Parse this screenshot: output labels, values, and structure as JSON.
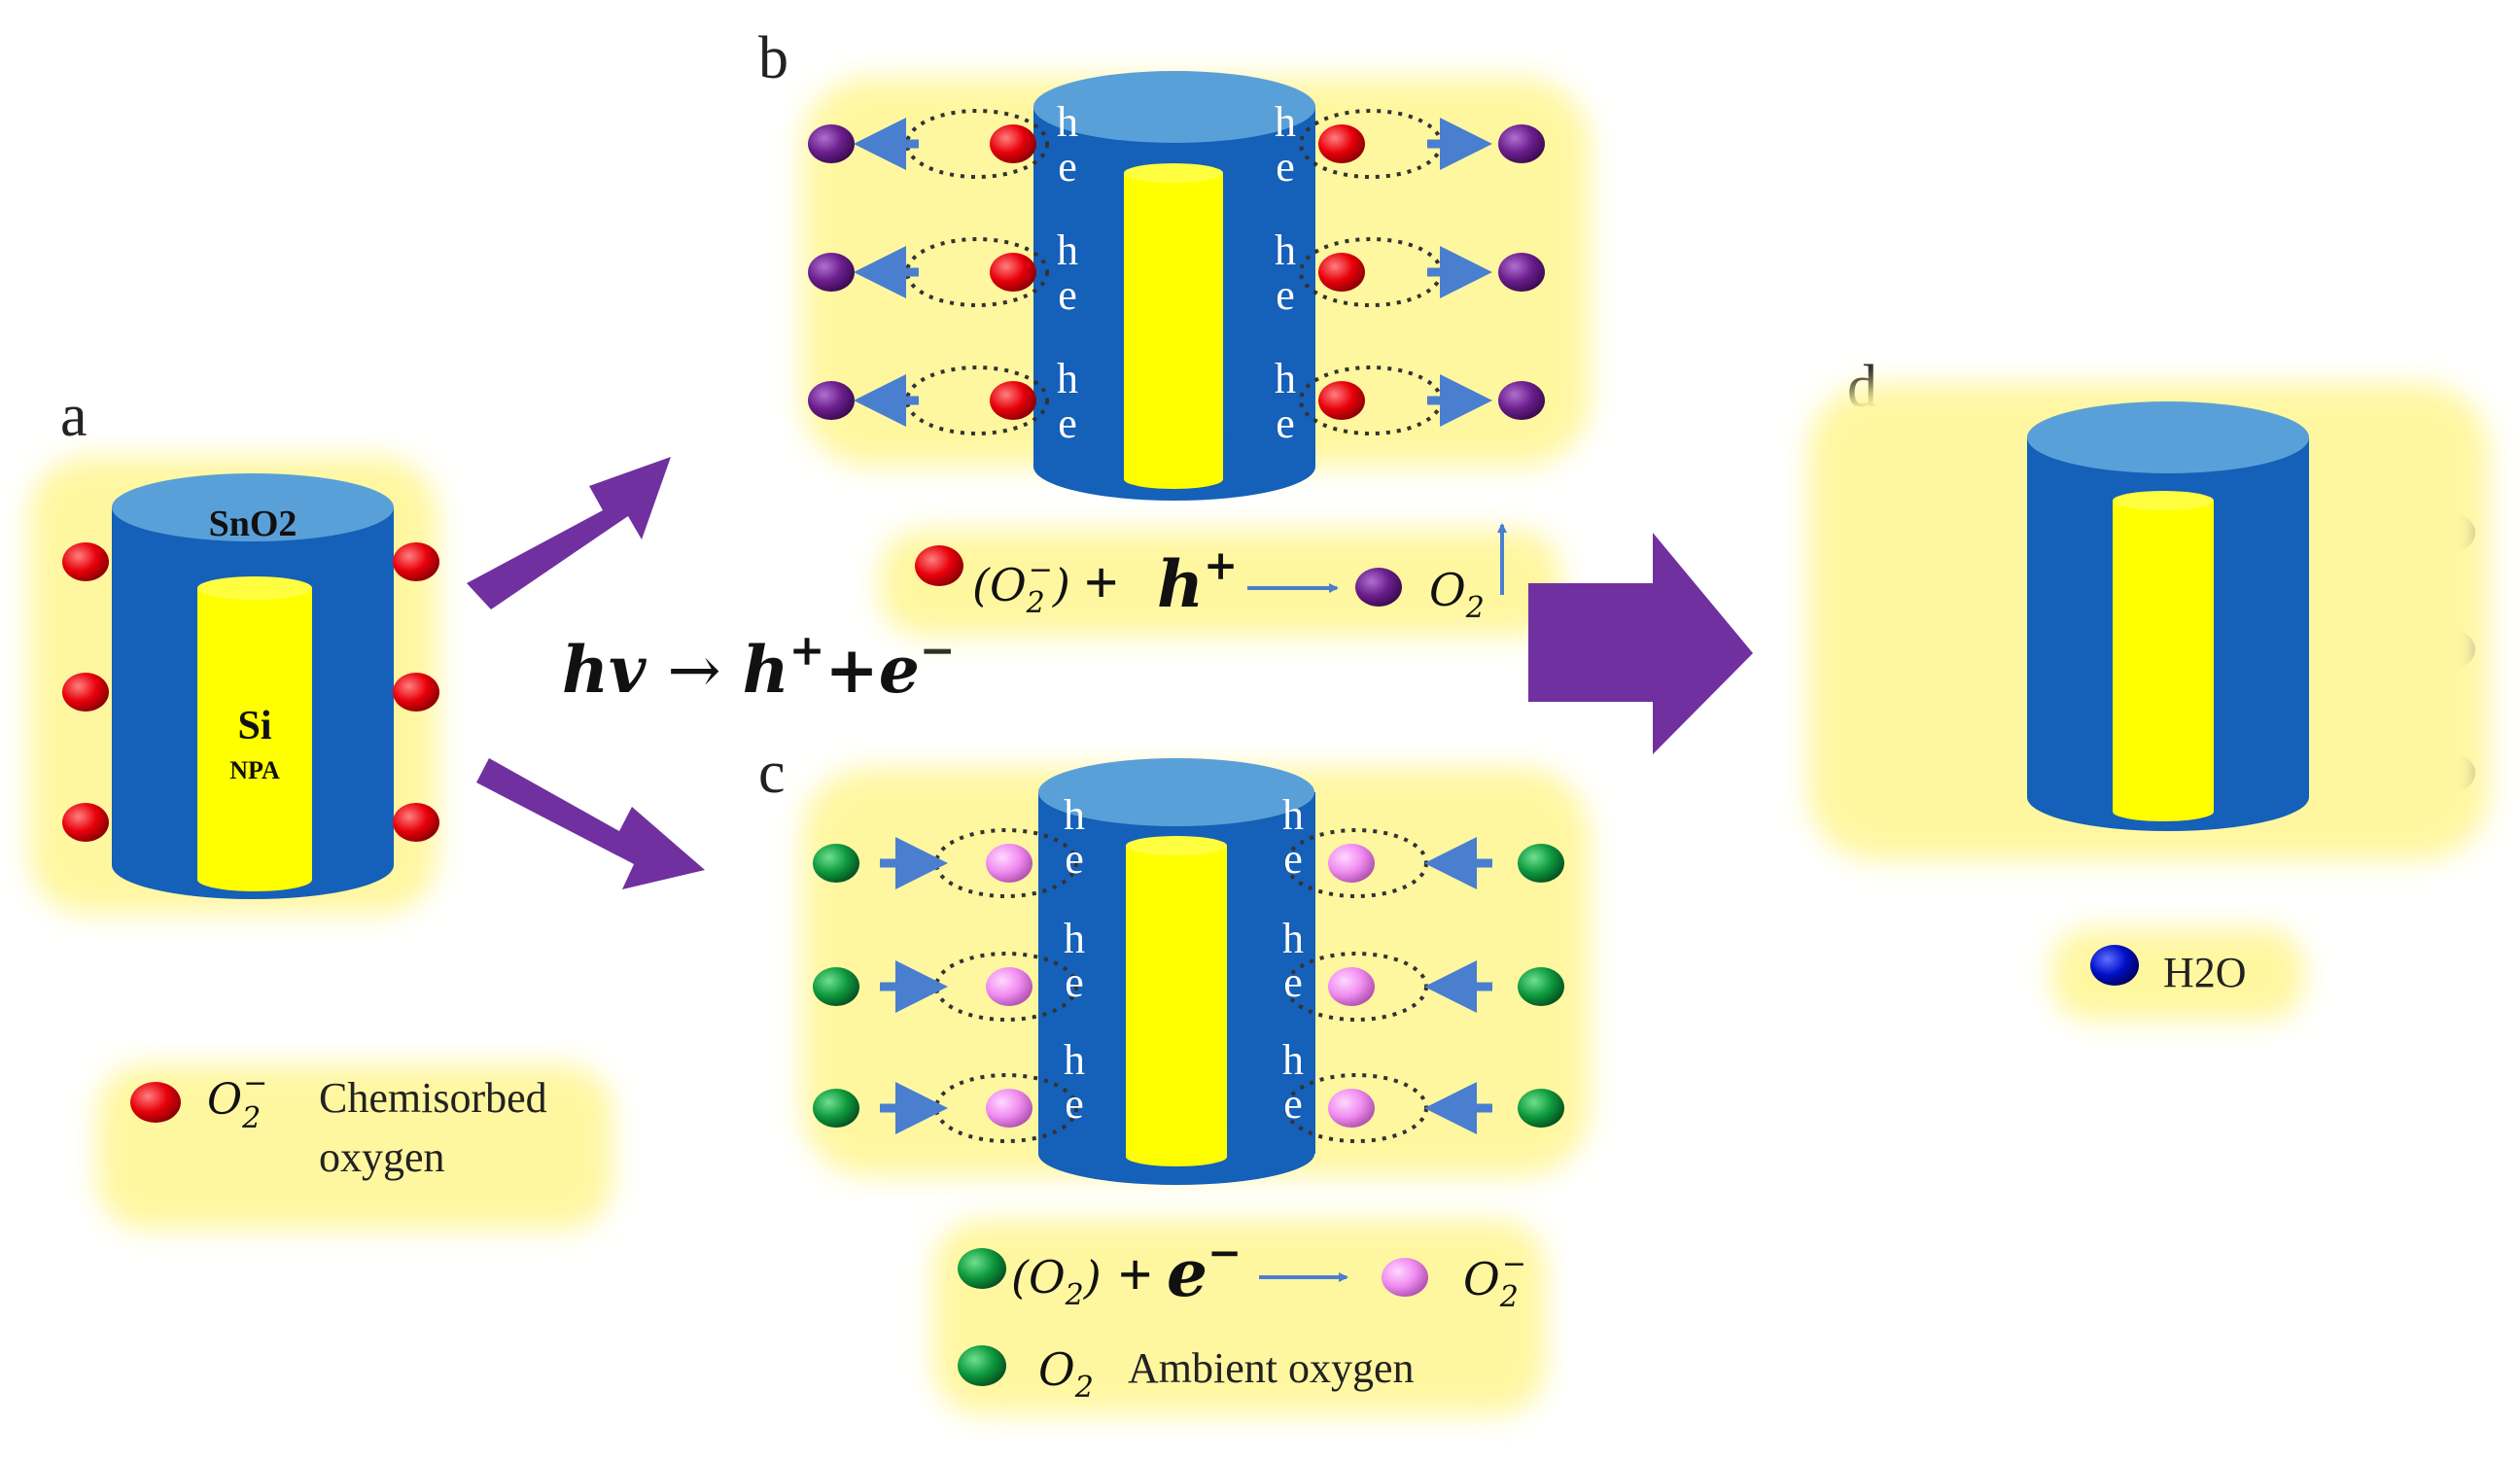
{
  "panels": {
    "a": {
      "letter": "a",
      "shell_label": "SnO2",
      "core_label": "Si",
      "core_sublabel": "NPA",
      "legend_text_line1": "Chemisorbed",
      "legend_text_line2": "oxygen"
    },
    "b": {
      "letter": "b",
      "carrier_h": "h",
      "carrier_e": "e"
    },
    "c": {
      "letter": "c",
      "legend_text": "Ambient oxygen"
    },
    "d": {
      "letter": "d",
      "legend_text": "H2O"
    }
  },
  "equations": {
    "photo": {
      "lhs": "hv",
      "arrow": "→",
      "rhs1": "h",
      "rhs1_sup": "+",
      "plus": "+",
      "rhs2": "e",
      "rhs2_sup": "−"
    },
    "b_reaction": {
      "species": "(O",
      "species_sub": "2",
      "species_sup": "−",
      "close": ")",
      "plus": "+",
      "carrier": "h",
      "carrier_sup": "+",
      "product": "O",
      "product_sub": "2"
    },
    "c_reaction": {
      "species": "(O",
      "species_sub": "2",
      "close": ")",
      "plus": "+",
      "carrier": "e",
      "carrier_sup": "−",
      "product": "O",
      "product_sub": "2",
      "product_sup": "−"
    },
    "legend_o2minus": {
      "symbol": "O",
      "sub": "2",
      "sup": "−"
    },
    "legend_o2": {
      "symbol": "O",
      "sub": "2"
    }
  },
  "colors": {
    "shell": "#1560b8",
    "shell_top": "#5aa0d8",
    "core": "#ffff00",
    "glow": "#fff9a8",
    "o2_minus_red": "#e8000a",
    "o2_released_purple": "#6a1e8c",
    "o2_ambient_green": "#0e9a3e",
    "o2_minus_pink": "#f08cf0",
    "water_blue": "#0010c8",
    "arrow_purple": "#7030a0",
    "small_arrow_blue": "#4a7fd0"
  }
}
